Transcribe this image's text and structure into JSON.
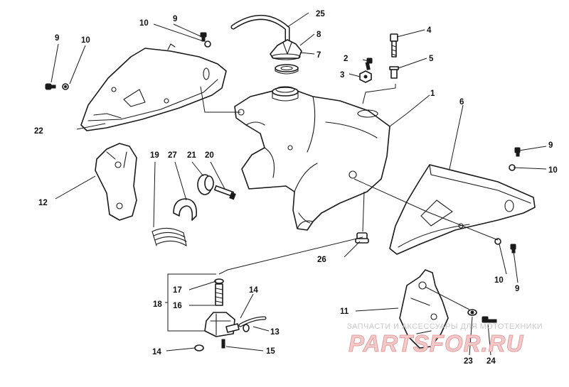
{
  "callouts": {
    "c1": "1",
    "c2": "2",
    "c3": "3",
    "c4": "4",
    "c5": "5",
    "c6": "6",
    "c7": "7",
    "c8": "8",
    "c9a": "9",
    "c9b": "9",
    "c9c": "9",
    "c9d": "9",
    "c10a": "10",
    "c10b": "10",
    "c10c": "10",
    "c10d": "10",
    "c11": "11",
    "c12": "12",
    "c13": "13",
    "c14a": "14",
    "c14b": "14",
    "c15": "15",
    "c16": "16",
    "c17": "17",
    "c18": "18",
    "c19": "19",
    "c20": "20",
    "c21": "21",
    "c22": "22",
    "c23": "23",
    "c24": "24",
    "c25": "25",
    "c26": "26",
    "c27": "27"
  },
  "watermark": {
    "tagline": "ЗАПЧАСТИ И АКСЕССУАРЫ ДЛЯ МОТОТЕХНИКИ",
    "logo": "PARTSFOR.RU"
  },
  "colors": {
    "line": "#1a1a1a",
    "background": "#ffffff",
    "watermark_logo": "#f4c9c9"
  }
}
